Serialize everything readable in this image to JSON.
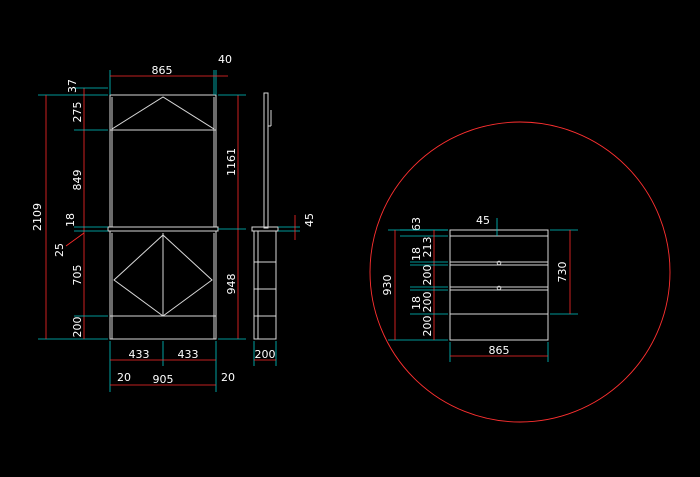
{
  "drawing": {
    "colors": {
      "background": "#000000",
      "object": "#d8d8d8",
      "dimension": "#ff2a2a",
      "extension": "#00c8c8",
      "text": "#ffffff",
      "detail_circle": "#ff3030"
    },
    "front_elevation": {
      "top_width": "865",
      "top_offset": "40",
      "overall_height": "2109",
      "upper_cabinet_height": "1161",
      "lower_cabinet_height": "948",
      "left_stack": [
        "37",
        "275",
        "849",
        "18",
        "25",
        "705",
        "200"
      ],
      "door_left": "433",
      "door_right": "433",
      "overall_width": "905",
      "left_margin": "20",
      "right_margin": "20"
    },
    "side_elevation": {
      "thickness_note": "45",
      "depth": "200"
    },
    "detail_view": {
      "top_dims": [
        "63",
        "45"
      ],
      "left_stack": [
        "213",
        "18",
        "200",
        "18",
        "200",
        "200"
      ],
      "overall_height": "930",
      "right_height": "730",
      "width": "865"
    }
  }
}
